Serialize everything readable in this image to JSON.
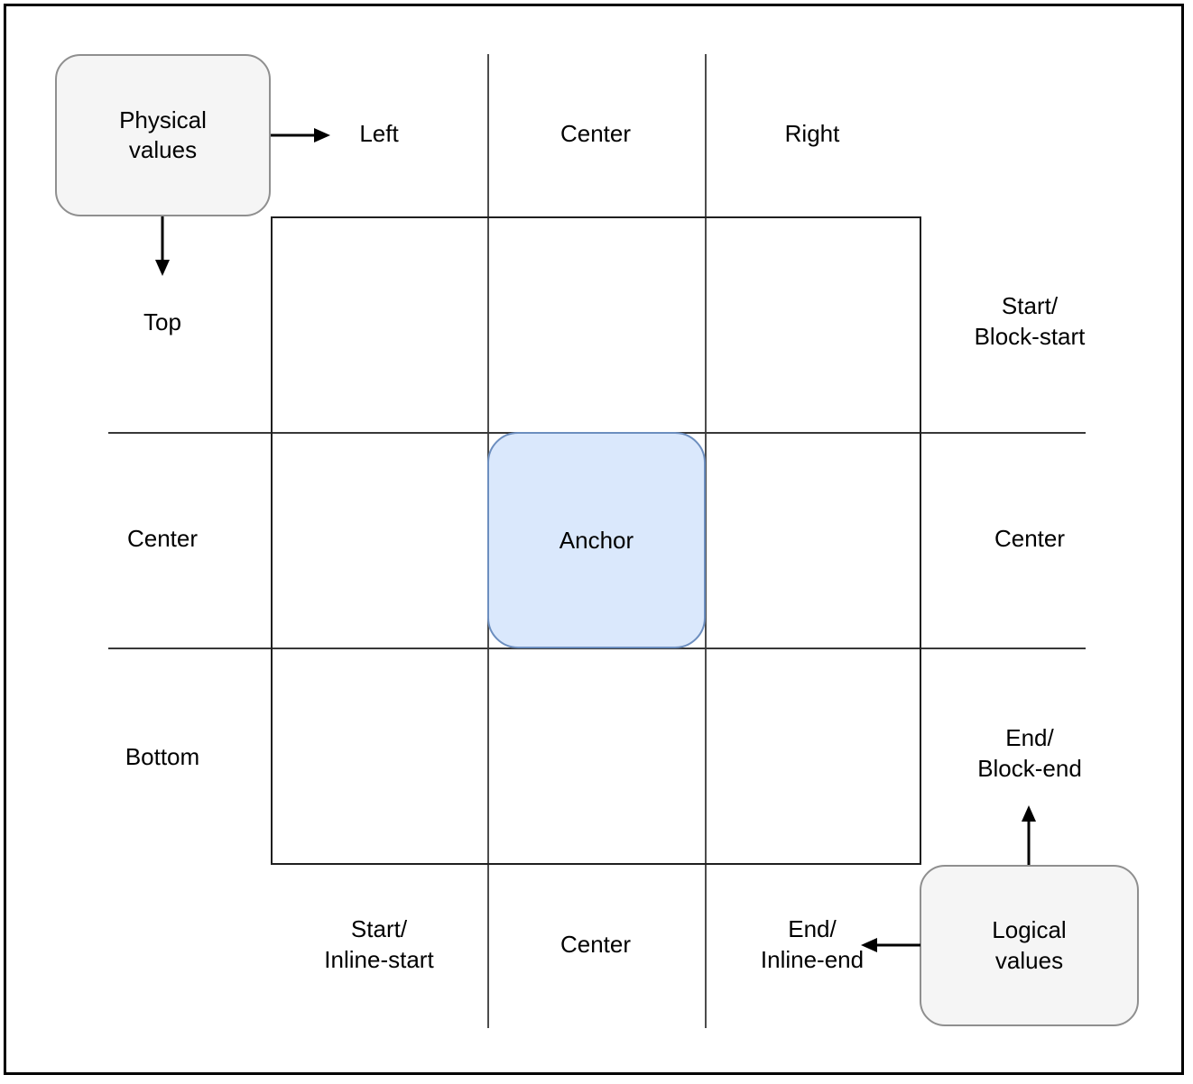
{
  "diagram": {
    "title_hint": "anchor positioning values grid",
    "anchor_box": {
      "label": "Anchor"
    },
    "physical_box": {
      "label": "Physical\nvalues"
    },
    "logical_box": {
      "label": "Logical\nvalues"
    },
    "top_row_labels": [
      "Left",
      "Center",
      "Right"
    ],
    "left_column_labels": [
      "Top",
      "Center",
      "Bottom"
    ],
    "right_column_labels": [
      "Start/\nBlock-start",
      "Center",
      "End/\nBlock-end"
    ],
    "bottom_row_labels": [
      "Start/\nInline-start",
      "Center",
      "End/\nInline-end"
    ],
    "icons": {
      "arrow_right": "arrow-right-icon",
      "arrow_down": "arrow-down-icon",
      "arrow_up": "arrow-up-icon",
      "arrow_left": "arrow-left-icon"
    },
    "colors": {
      "anchor_fill": "#dae8fc",
      "anchor_stroke": "#6c8ebf",
      "value_box_fill": "#f5f5f5",
      "value_box_stroke": "#8f8f8f",
      "grid_line": "#4c4c4c",
      "inner_rect_stroke": "#1f1f1f",
      "outer_border": "#000000",
      "text": "#000000",
      "background": "#ffffff"
    }
  }
}
